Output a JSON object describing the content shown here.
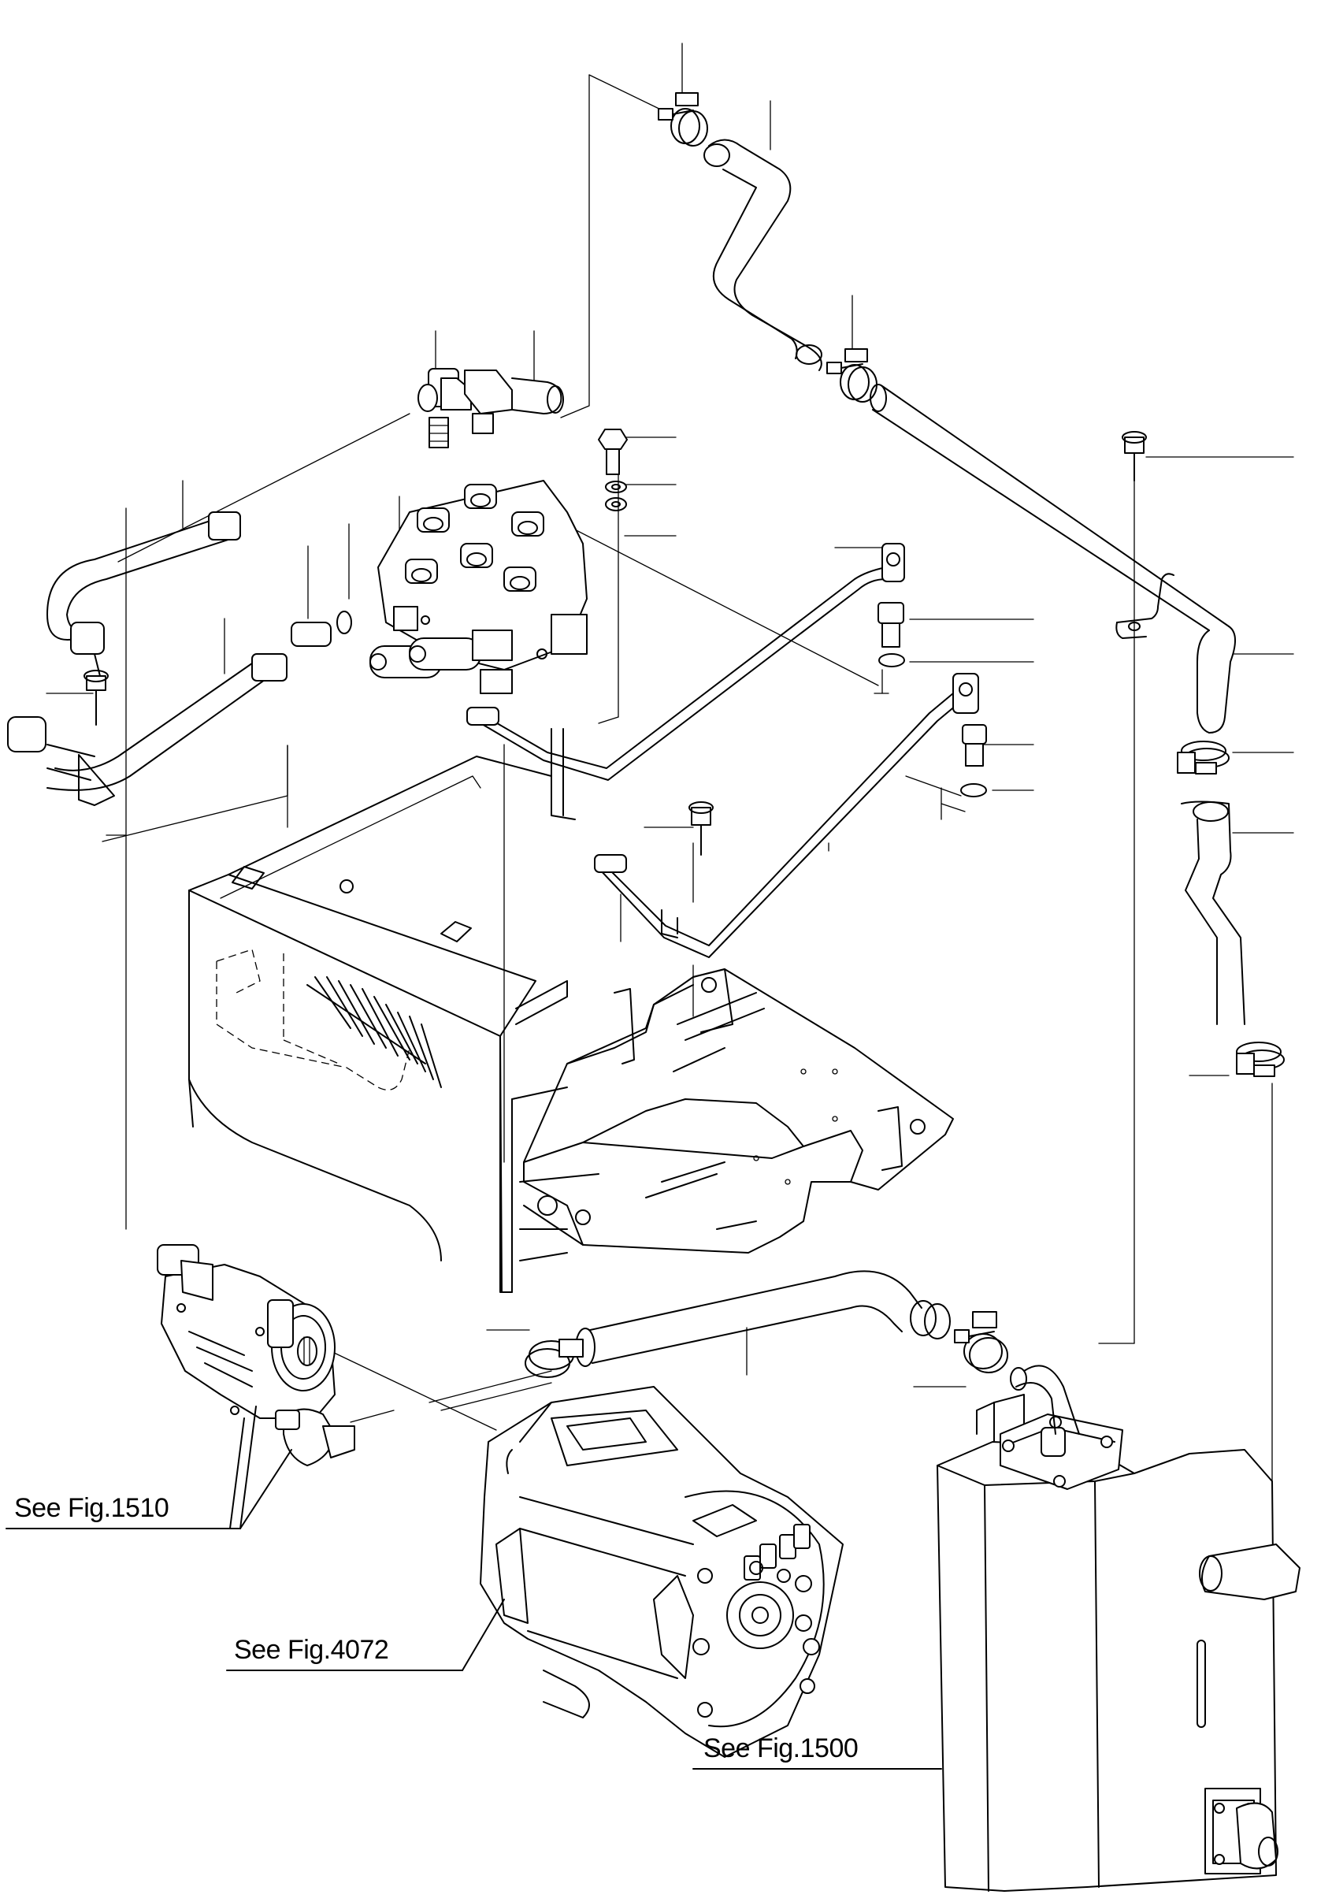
{
  "references": {
    "pump": "See Fig.1510",
    "motor": "See Fig.4072",
    "tank": "See Fig.1500"
  }
}
